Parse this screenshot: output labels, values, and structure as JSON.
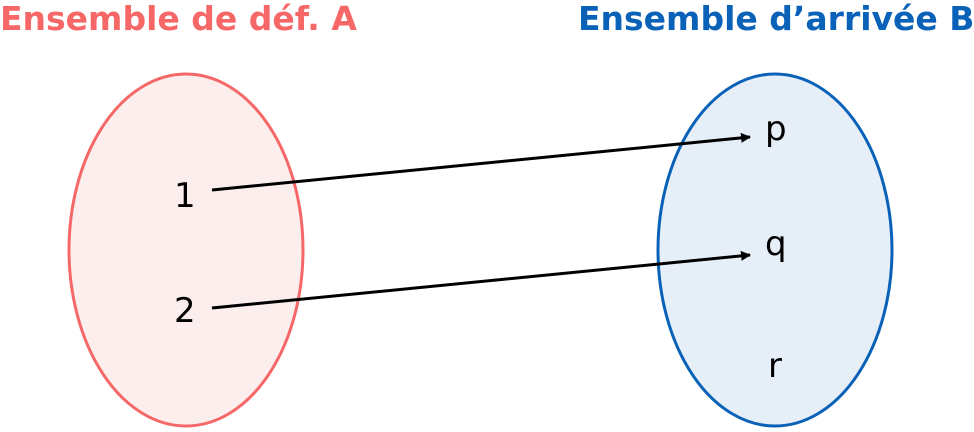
{
  "set_a": {
    "title": "Ensemble de déf. A",
    "color": "#f66868",
    "fill": "#fdeeee",
    "elements": [
      "1",
      "2"
    ]
  },
  "set_b": {
    "title": "Ensemble d’arrivée B",
    "color": "#0a62b8",
    "fill": "#e6eff8",
    "elements": [
      "p",
      "q",
      "r"
    ]
  },
  "mappings": [
    {
      "from": "1",
      "to": "p"
    },
    {
      "from": "2",
      "to": "q"
    }
  ]
}
